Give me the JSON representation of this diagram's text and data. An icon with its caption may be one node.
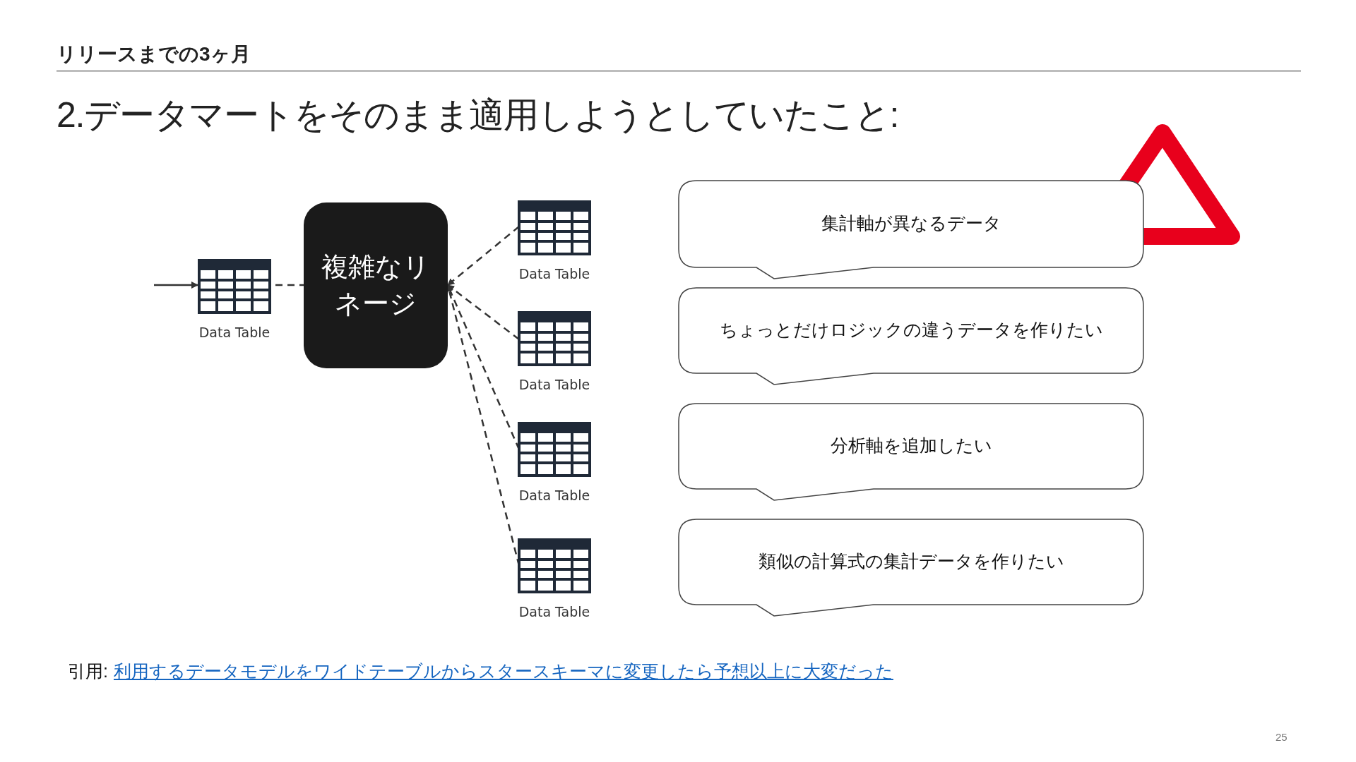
{
  "diagram": {
    "title": "2.データマートをそのまま適用しようとしていたこと:",
    "nodes": [
      {
        "text": [
          "Data Table"
        ]
      },
      {
        "text": [
          "複雑なリネージ"
        ]
      },
      {
        "text": [
          "Data Table"
        ]
      },
      {
        "text": [
          "Data Table"
        ]
      },
      {
        "text": [
          "Data Table"
        ]
      },
      {
        "text": [
          "Data Table"
        ]
      },
      {
        "text": [
          "集計軸が異なるデータ"
        ]
      },
      {
        "text": [
          "ちょっとだけロジックの違うデータを作りたい"
        ]
      },
      {
        "text": [
          "分析軸を追加したい"
        ]
      },
      {
        "text": [
          "類似の計算式の集計データを作りたい"
        ]
      }
    ],
    "edges": [
      {
        "from": null,
        "to": 0,
        "arrow": "to"
      },
      {
        "from": 0,
        "to": 1,
        "arrow": "none",
        "style": "dashed"
      },
      {
        "from": 2,
        "to": 1,
        "arrow": "to",
        "style": "dashed"
      },
      {
        "from": 3,
        "to": 1,
        "arrow": "to",
        "style": "dashed"
      },
      {
        "from": 4,
        "to": 1,
        "arrow": "to",
        "style": "dashed"
      },
      {
        "from": 5,
        "to": 1,
        "arrow": "to",
        "style": "dashed"
      }
    ],
    "labels": [
      "リリースまでの3ヶ月",
      "引用:",
      "利用するデータモデルをワイドテーブルからスタースキーマに変更したら予想以上に大変だった",
      "25"
    ]
  }
}
